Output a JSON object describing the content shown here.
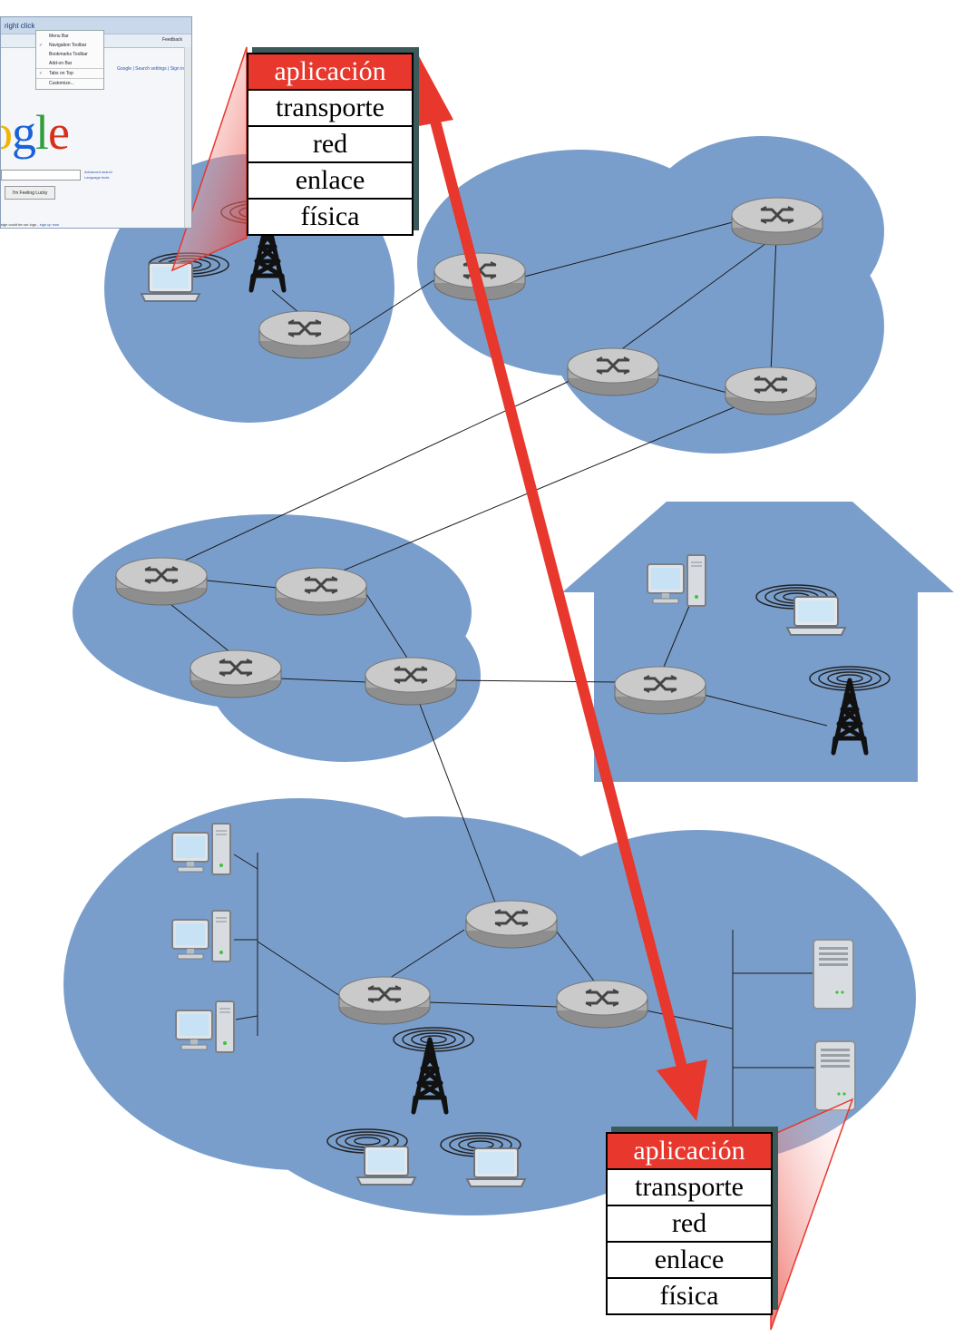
{
  "stacks": {
    "client": {
      "layers": [
        "aplicación",
        "transporte",
        "red",
        "enlace",
        "física"
      ]
    },
    "server": {
      "layers": [
        "aplicación",
        "transporte",
        "red",
        "enlace",
        "física"
      ]
    }
  },
  "browser": {
    "title_fragment": "right click",
    "menu_items": [
      {
        "label": "Menu Bar",
        "checked": false
      },
      {
        "label": "Navigation Toolbar",
        "checked": true
      },
      {
        "label": "Bookmarks Toolbar",
        "checked": false
      },
      {
        "label": "Add-on Bar",
        "checked": false
      },
      {
        "label": "Tabs on Top",
        "checked": true
      },
      {
        "label": "Customize...",
        "checked": false
      }
    ],
    "toolbar_button": "Feedback",
    "top_links": "Google | Search settings | Sign in",
    "logo_fragment": "ogle",
    "advanced_links": [
      "Advanced search",
      "Language tools"
    ],
    "lucky_button": "I'm Feeling Lucky",
    "footer_text": "sign could be our logo - ",
    "footer_link": "sign up now"
  },
  "colors": {
    "network_cloud": "#7a9ecb",
    "router_body": "#a9a9a9",
    "router_top": "#c9c9c9",
    "arrow": "#e8372c",
    "application_layer": "#e8372c"
  },
  "icons": [
    "router-icon",
    "laptop-icon",
    "desktop-pc-icon",
    "server-icon",
    "cell-tower-icon",
    "wireless-waves-icon",
    "browser-window"
  ]
}
